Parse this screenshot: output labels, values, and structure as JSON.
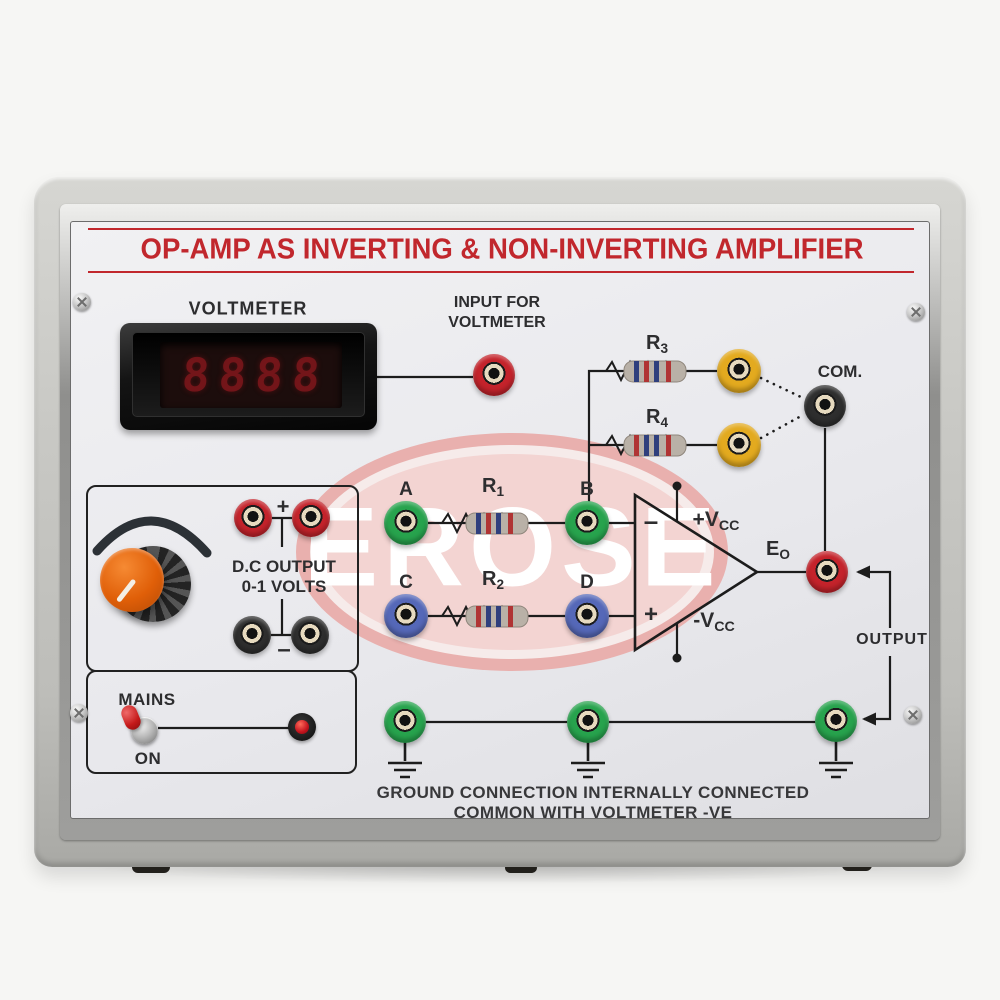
{
  "title": "OP-AMP AS INVERTING & NON-INVERTING AMPLIFIER",
  "watermark": "EROSE",
  "voltmeter": {
    "label": "VOLTMETER",
    "display": "8888"
  },
  "input_post": {
    "line1": "INPUT FOR",
    "line2": "VOLTMETER"
  },
  "feedback": {
    "r3": {
      "base": "R",
      "sub": "3"
    },
    "r4": {
      "base": "R",
      "sub": "4"
    },
    "com": "COM."
  },
  "nodes": {
    "a": "A",
    "b": "B",
    "c": "C",
    "d": "D",
    "r1": {
      "base": "R",
      "sub": "1"
    },
    "r2": {
      "base": "R",
      "sub": "2"
    }
  },
  "opamp": {
    "inv": "–",
    "noninv": "+",
    "pos_rail": {
      "base": "+V",
      "sub": "CC"
    },
    "neg_rail": {
      "base": "-V",
      "sub": "CC"
    },
    "out": {
      "base": "E",
      "sub": "O"
    }
  },
  "output": {
    "label": "OUTPUT"
  },
  "dc": {
    "line1": "D.C OUTPUT",
    "line2": "0-1 VOLTS",
    "plus": "+",
    "minus": "–"
  },
  "mains": {
    "label": "MAINS",
    "on": "ON"
  },
  "ground": {
    "line1": "GROUND CONNECTION INTERNALLY CONNECTED",
    "line2": "COMMON WITH VOLTMETER -VE"
  },
  "colors": {
    "accent_red": "#c1272d",
    "post_red": "#c4232b",
    "post_green": "#27a34d",
    "post_blue": "#5568b8",
    "post_yellow": "#e3aa1f",
    "post_black": "#2e2e2e",
    "knob_orange": "#e8640f",
    "panel_grey": "#ebebed",
    "frame_grey": "#c6c6c2",
    "watermark_pink": "#f3d4d2"
  }
}
